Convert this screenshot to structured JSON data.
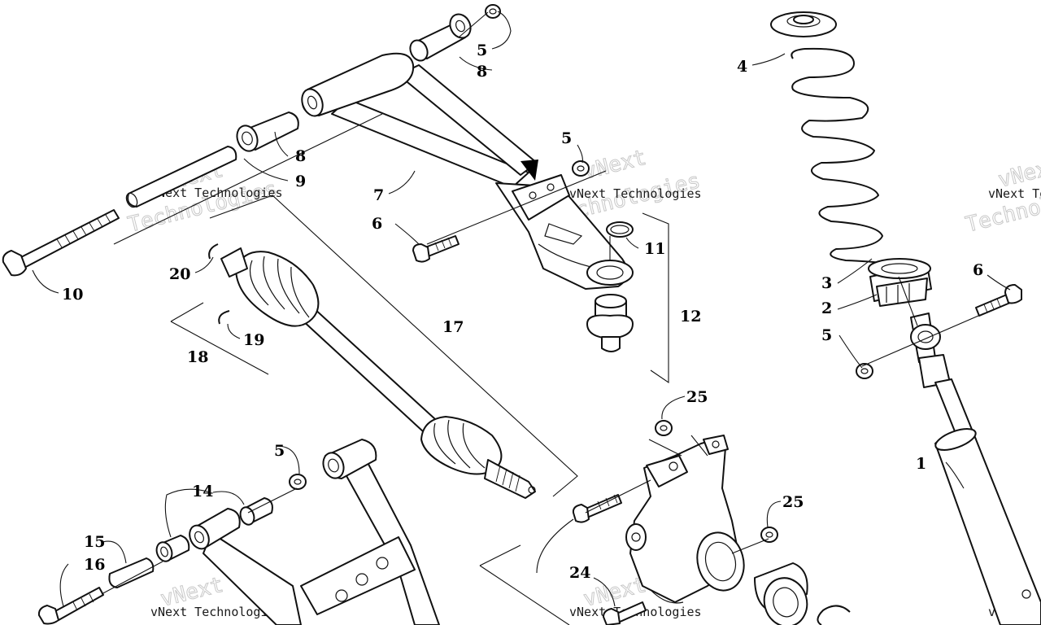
{
  "watermark": {
    "line1": "vNext",
    "line2": "Technologies",
    "caption": "vNext Technologies"
  },
  "callouts": [
    {
      "id": "c1",
      "label": "1"
    },
    {
      "id": "c2",
      "label": "2"
    },
    {
      "id": "c3",
      "label": "3"
    },
    {
      "id": "c4",
      "label": "4"
    },
    {
      "id": "c5a",
      "label": "5"
    },
    {
      "id": "c5b",
      "label": "5"
    },
    {
      "id": "c5c",
      "label": "5"
    },
    {
      "id": "c5d",
      "label": "5"
    },
    {
      "id": "c6a",
      "label": "6"
    },
    {
      "id": "c6b",
      "label": "6"
    },
    {
      "id": "c7",
      "label": "7"
    },
    {
      "id": "c8a",
      "label": "8"
    },
    {
      "id": "c8b",
      "label": "8"
    },
    {
      "id": "c9",
      "label": "9"
    },
    {
      "id": "c10",
      "label": "10"
    },
    {
      "id": "c11",
      "label": "11"
    },
    {
      "id": "c12",
      "label": "12"
    },
    {
      "id": "c14",
      "label": "14"
    },
    {
      "id": "c15",
      "label": "15"
    },
    {
      "id": "c16",
      "label": "16"
    },
    {
      "id": "c17",
      "label": "17"
    },
    {
      "id": "c18",
      "label": "18"
    },
    {
      "id": "c19",
      "label": "19"
    },
    {
      "id": "c20",
      "label": "20"
    },
    {
      "id": "c24",
      "label": "24"
    },
    {
      "id": "c25a",
      "label": "25"
    },
    {
      "id": "c25b",
      "label": "25"
    }
  ]
}
